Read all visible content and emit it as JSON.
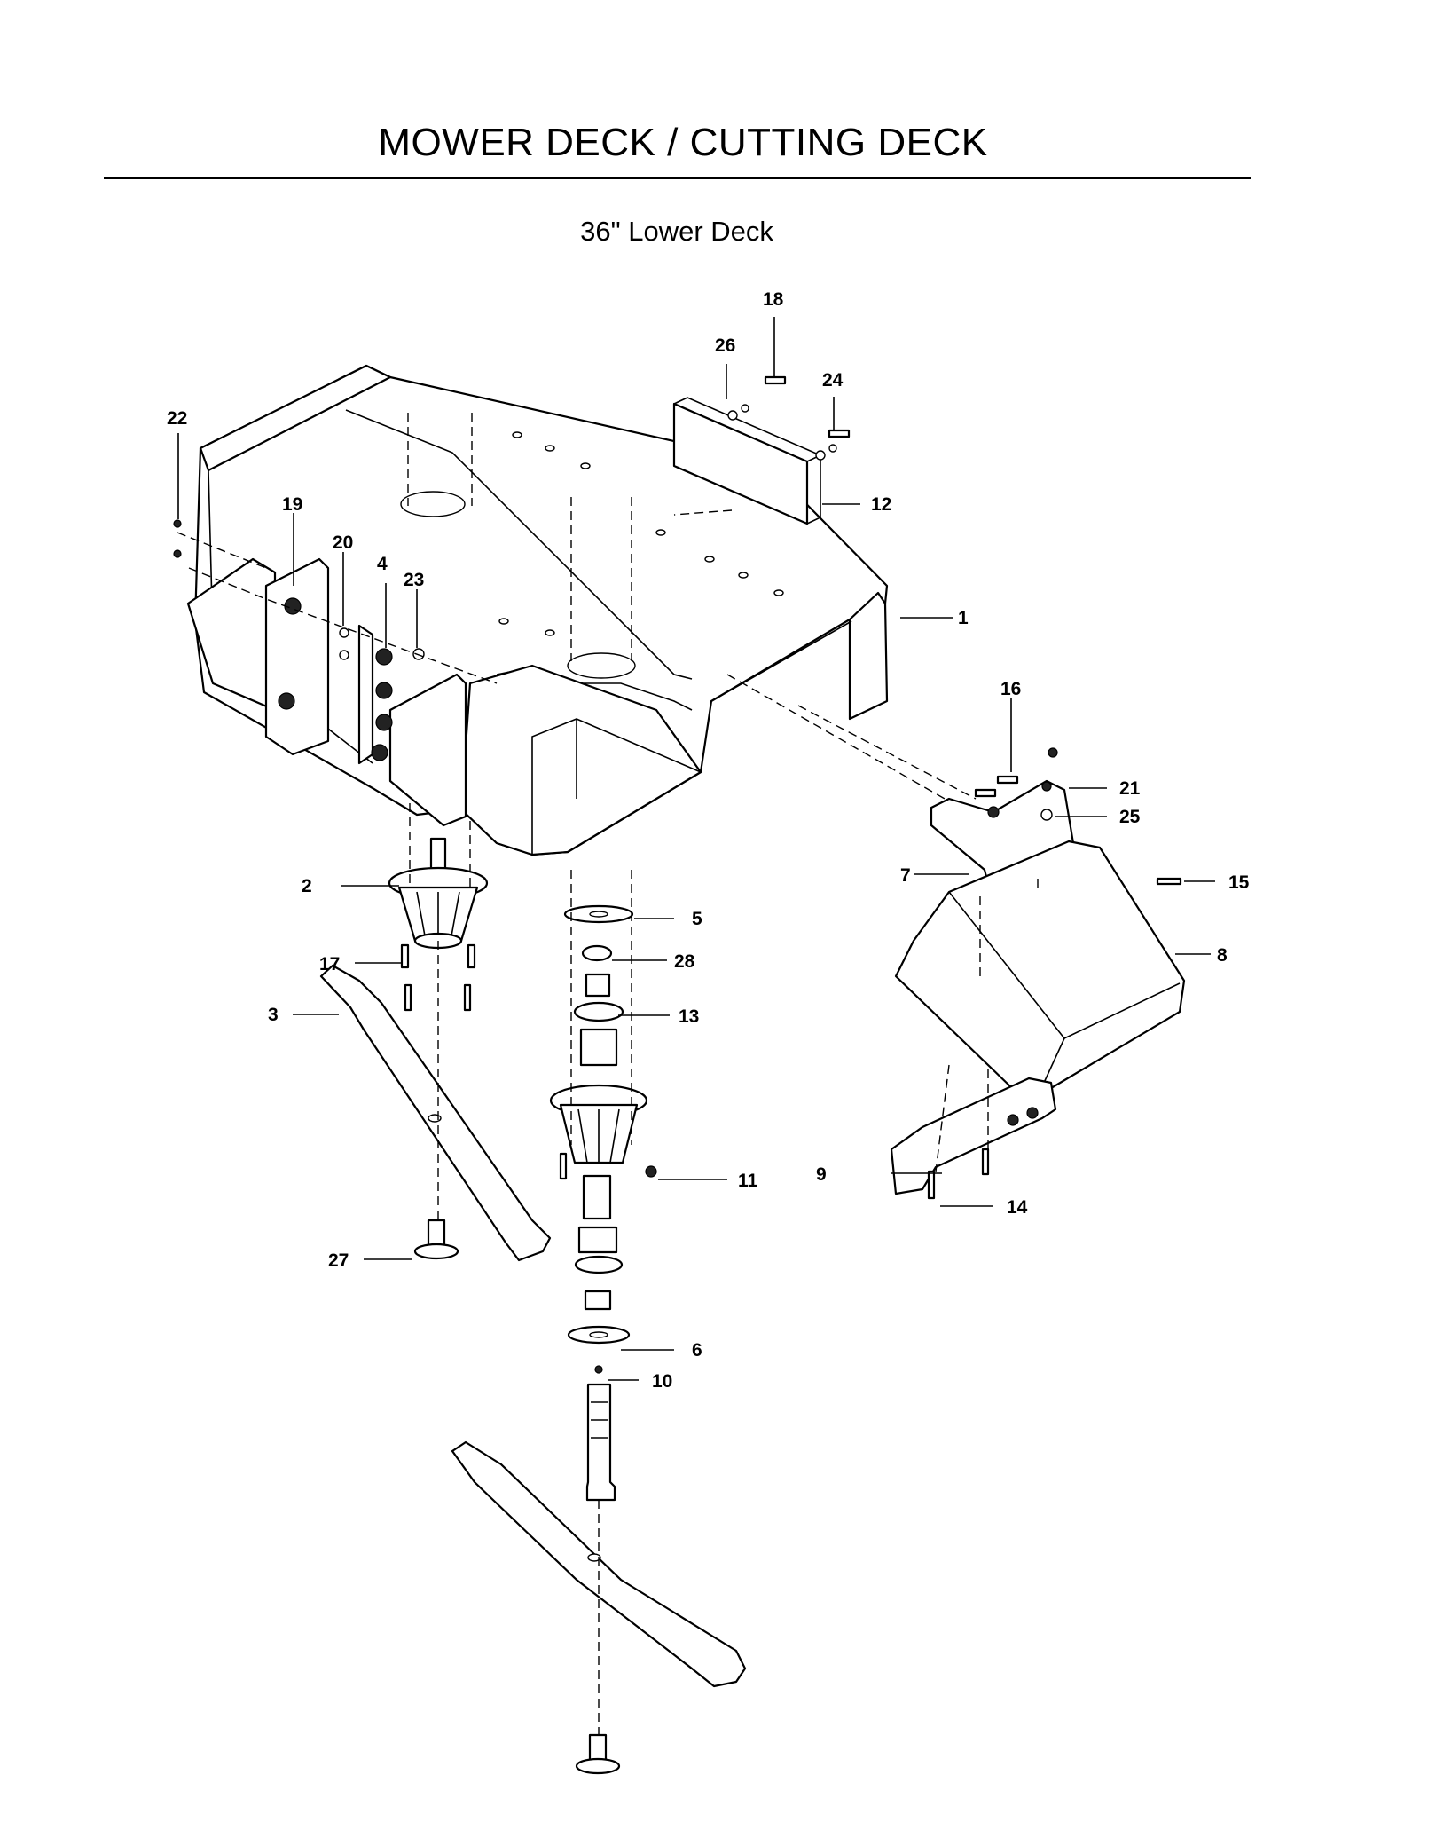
{
  "header": {
    "title": "MOWER DECK / CUTTING DECK",
    "subtitle": "36\" Lower Deck"
  },
  "callouts": [
    "1",
    "2",
    "3",
    "4",
    "5",
    "6",
    "7",
    "8",
    "9",
    "10",
    "11",
    "12",
    "13",
    "14",
    "15",
    "16",
    "17",
    "18",
    "19",
    "20",
    "21",
    "22",
    "23",
    "24",
    "25",
    "26",
    "27",
    "28"
  ]
}
